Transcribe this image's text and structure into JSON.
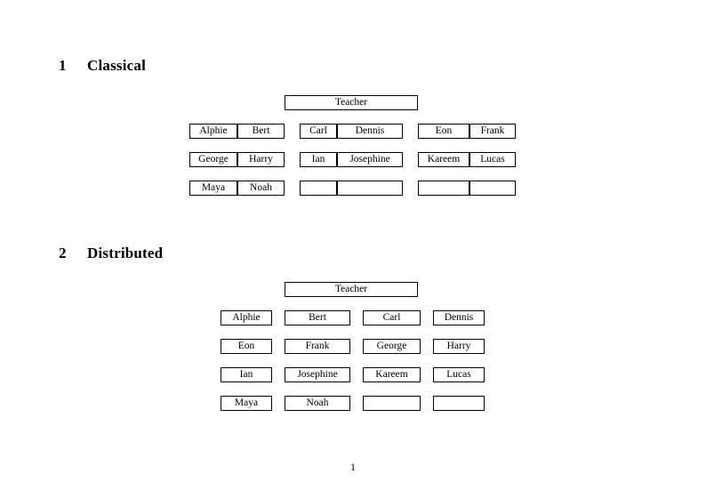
{
  "document": {
    "page_number": "1"
  },
  "sections": [
    {
      "number": "1",
      "title": "Classical",
      "teacher_label": "Teacher",
      "groups": [
        {
          "name": "group-a",
          "rows": [
            [
              "Alphie",
              "Bert"
            ],
            [
              "George",
              "Harry"
            ],
            [
              "Maya",
              "Noah"
            ]
          ]
        },
        {
          "name": "group-b",
          "rows": [
            [
              "Carl",
              "Dennis"
            ],
            [
              "Ian",
              "Josephine"
            ],
            [
              "",
              ""
            ]
          ]
        },
        {
          "name": "group-c",
          "rows": [
            [
              "Eon",
              "Frank"
            ],
            [
              "Kareem",
              "Lucas"
            ],
            [
              "",
              ""
            ]
          ]
        }
      ]
    },
    {
      "number": "2",
      "title": "Distributed",
      "teacher_label": "Teacher",
      "rows": [
        [
          "Alphie",
          "Bert",
          "Carl",
          "Dennis"
        ],
        [
          "Eon",
          "Frank",
          "George",
          "Harry"
        ],
        [
          "Ian",
          "Josephine",
          "Kareem",
          "Lucas"
        ],
        [
          "Maya",
          "Noah",
          "",
          ""
        ]
      ]
    }
  ],
  "colors": {
    "page_background": "#ffffff",
    "text": "#000000",
    "border": "#000000"
  }
}
